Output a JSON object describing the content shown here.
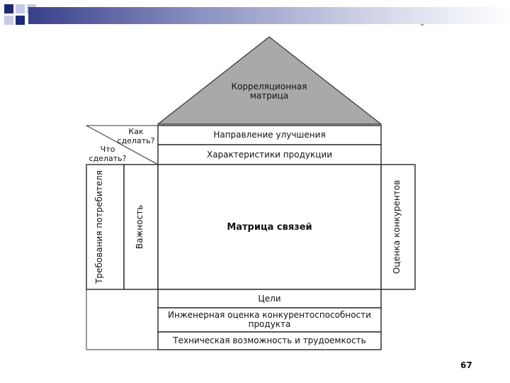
{
  "roof": {
    "label": "Корреляционная матрица"
  },
  "corner": {
    "how_label": "Как сделать?",
    "what_label": "Что сделать?"
  },
  "rows_top": {
    "improvement": "Направление улучшения",
    "characteristics": "Характеристики продукции"
  },
  "left": {
    "requirements": "Требования потребителя",
    "importance": "Важность"
  },
  "center": {
    "matrix": "Матрица связей"
  },
  "right": {
    "competitors": "Оценка конкурентов"
  },
  "rows_bottom": {
    "goals": "Цели",
    "engineering": "Инженерная оценка конкурентоспособности продукта",
    "technical": "Техническая возможность и трудоемкость"
  },
  "slide": {
    "page_number": "67"
  },
  "colors": {
    "roof_fill": "#a9a9a9",
    "line": "#333333",
    "bar_dark": "#3a3f8a"
  }
}
